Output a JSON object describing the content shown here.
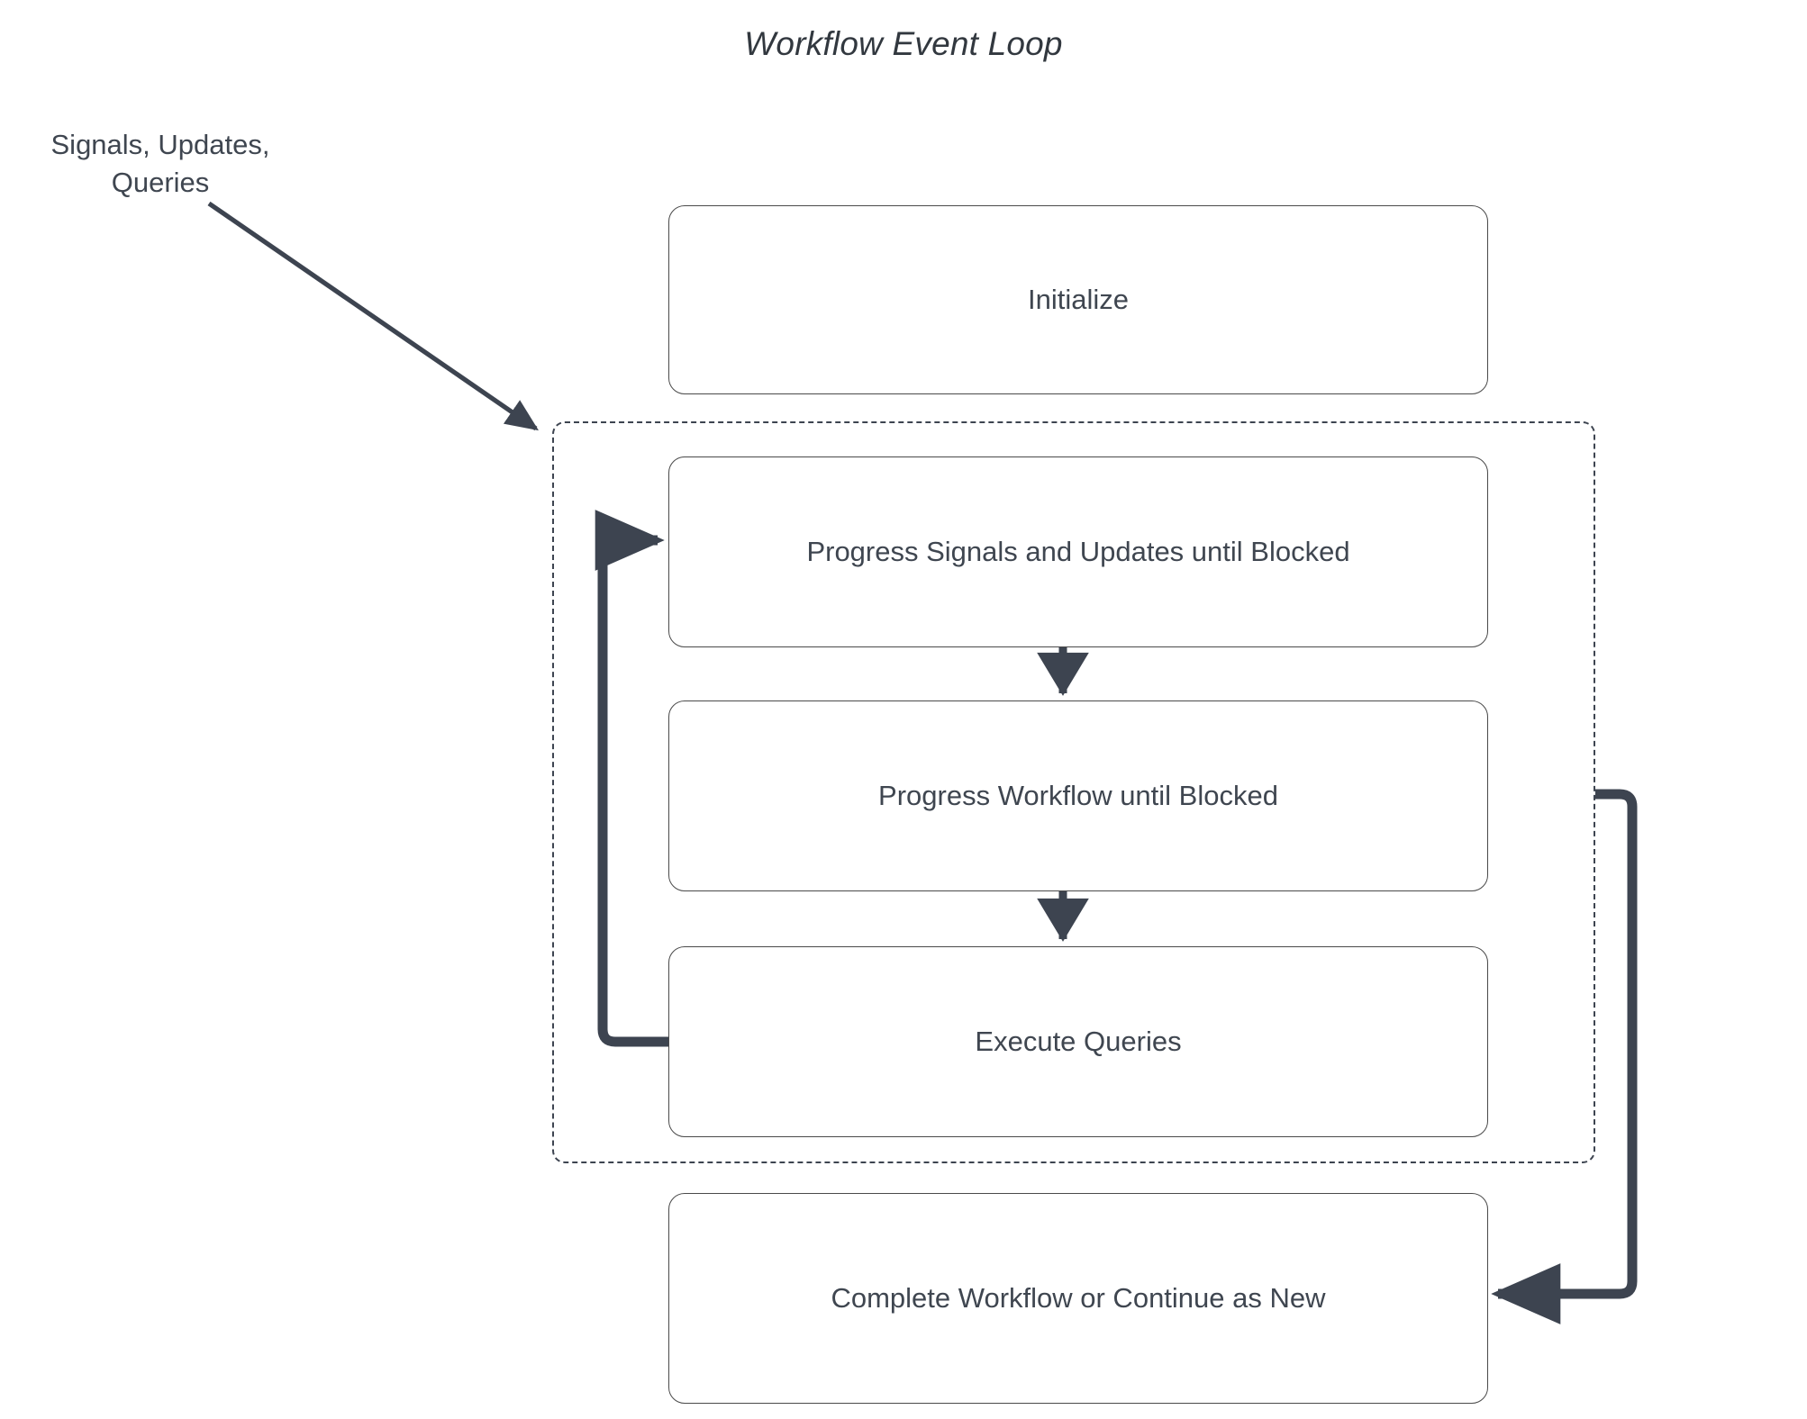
{
  "diagram": {
    "title": "Workflow Event Loop",
    "type": "flowchart",
    "background_color": "#ffffff",
    "node_border_color": "#4a4a4a",
    "edge_color": "#3d4450",
    "text_color": "#3f4650"
  },
  "external_input": {
    "label_line1": "Signals, Updates,",
    "label_line2": "Queries"
  },
  "loop_container": {
    "border_style": "dashed",
    "label": ""
  },
  "nodes": [
    {
      "id": "initialize",
      "label": "Initialize"
    },
    {
      "id": "progress-signals",
      "label": "Progress Signals and Updates until Blocked"
    },
    {
      "id": "progress-workflow",
      "label": "Progress Workflow until Blocked"
    },
    {
      "id": "execute-queries",
      "label": "Execute Queries"
    },
    {
      "id": "complete-workflow",
      "label": "Complete Workflow or Continue as New"
    }
  ],
  "edges": [
    {
      "id": "signals-to-loop",
      "from": "Signals, Updates, Queries",
      "to": "loop-container",
      "style": "diagonal-arrow"
    },
    {
      "id": "progress-signals-to-workflow",
      "from": "progress-signals",
      "to": "progress-workflow",
      "style": "straight-arrow-down"
    },
    {
      "id": "progress-workflow-to-queries",
      "from": "progress-workflow",
      "to": "execute-queries",
      "style": "straight-arrow-down"
    },
    {
      "id": "queries-loop-back",
      "from": "execute-queries",
      "to": "progress-signals",
      "style": "elbow-arrow-left"
    },
    {
      "id": "loop-to-complete",
      "from": "loop-container",
      "to": "complete-workflow",
      "style": "elbow-arrow-right"
    }
  ]
}
